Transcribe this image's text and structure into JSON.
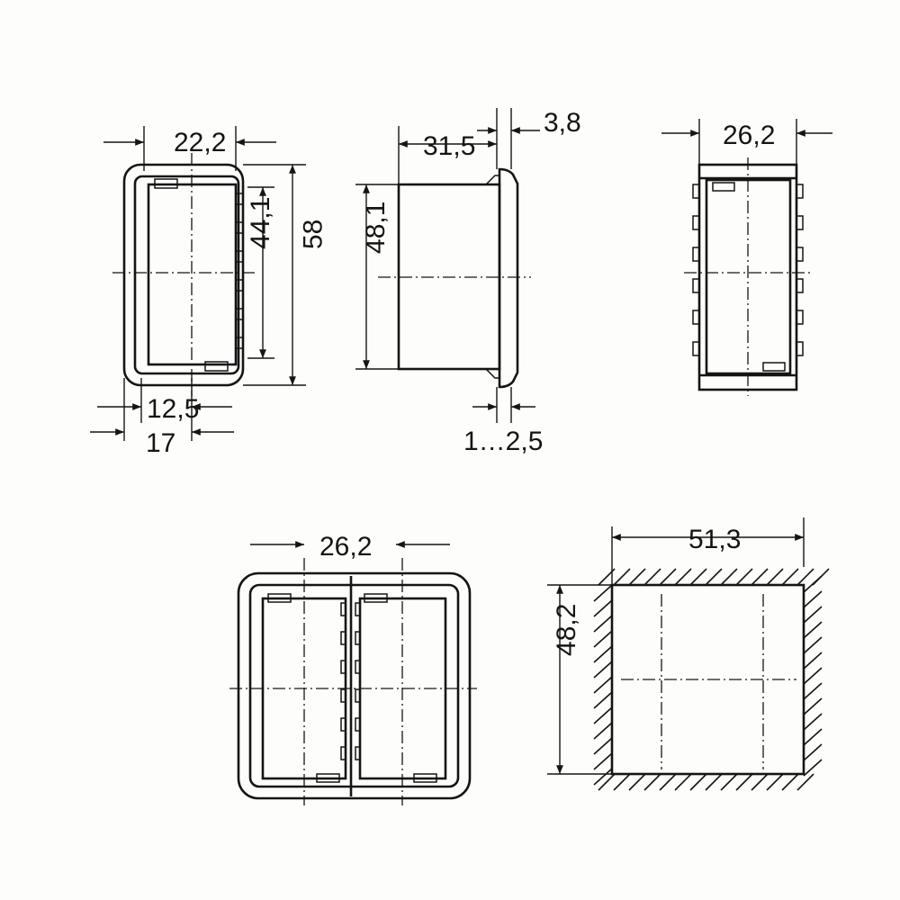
{
  "drawing": {
    "single_front": {
      "width": "22,2",
      "inner_height": "44,1",
      "height": "58",
      "depth_a": "12,5",
      "depth_b": "17"
    },
    "side": {
      "depth": "31,5",
      "flange": "3,8",
      "height": "48,1",
      "panel_thickness": "1…2,5"
    },
    "single_rear": {
      "width": "26,2"
    },
    "double_front": {
      "width": "26,2"
    },
    "cutout": {
      "width": "51,3",
      "height": "48,2"
    }
  }
}
